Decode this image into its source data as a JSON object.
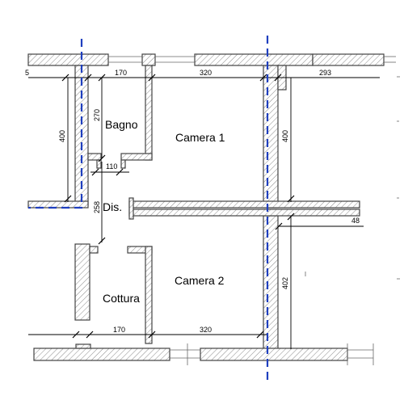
{
  "rooms": {
    "bagno": "Bagno",
    "camera1": "Camera 1",
    "dis": "Dis.",
    "camera2": "Camera 2",
    "cottura": "Cottura"
  },
  "dimensions": {
    "top_left_partial": "5",
    "top_bagno_width": "170",
    "top_camera1_width": "320",
    "top_right_width": "293",
    "left_height": "400",
    "bagno_height": "270",
    "door_width": "110",
    "camera1_height": "400",
    "dis_height": "258",
    "right_partial": "48",
    "camera2_height": "402",
    "bottom_cottura_width": "170",
    "bottom_camera2_width": "320"
  },
  "colors": {
    "axis": "#1f3fbf",
    "wall_outline": "#444444"
  }
}
